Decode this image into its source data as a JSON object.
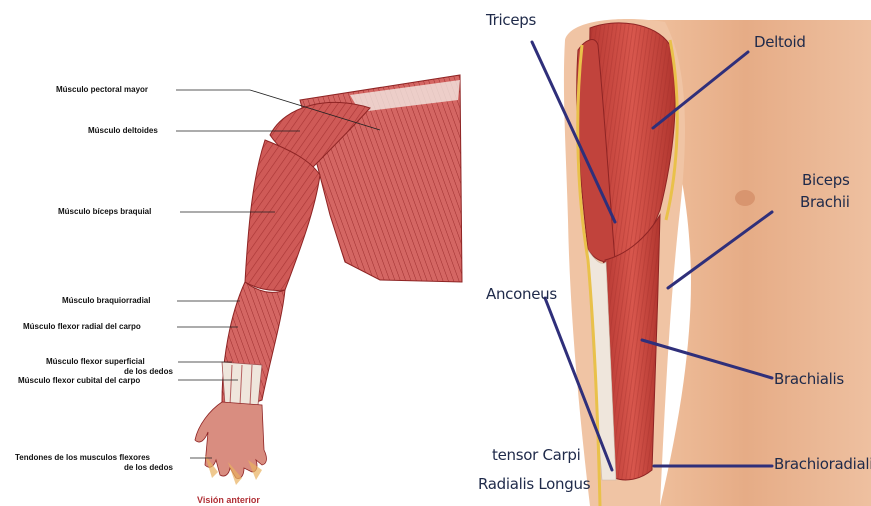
{
  "left_diagram": {
    "labels": [
      "Músculo pectoral mayor",
      "Músculo deltoides",
      "Músculo bíceps braquial",
      "Músculo braquiorradial",
      "Músculo flexor radial del carpo",
      "Músculo flexor superficial",
      "de los dedos",
      "Músculo flexor cubital del carpo",
      "Tendones de los musculos flexores",
      "de los dedos"
    ],
    "caption": "Visión anterior"
  },
  "right_diagram": {
    "labels": {
      "triceps": "Triceps",
      "deltoid": "Deltoid",
      "biceps_1": "Biceps",
      "biceps_2": "Brachii",
      "anconeus": "Anconeus",
      "brachialis": "Brachialis",
      "ecrl_1": "tensor Carpi",
      "ecrl_2": "Radialis Longus",
      "brachioradialis": "Brachioradialis"
    },
    "pointer_color": "#2f2f7a"
  },
  "colors": {
    "muscle_red": "#c9453f",
    "muscle_dark": "#8e2424",
    "skin": "#e7b08a",
    "tendon": "#efe6dc",
    "caption_red": "#b03036"
  }
}
